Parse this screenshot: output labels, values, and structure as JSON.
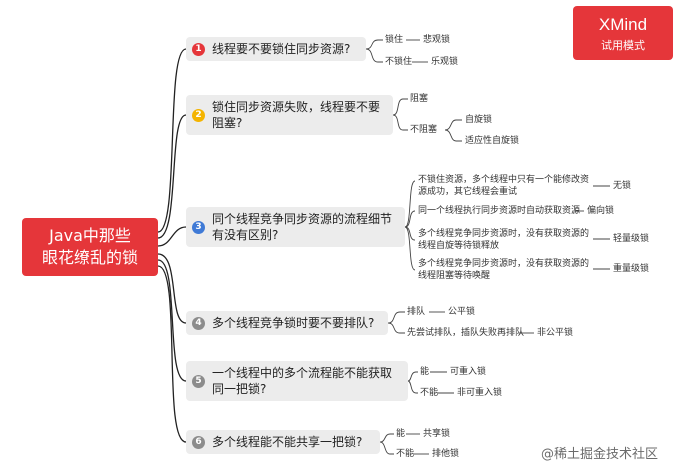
{
  "watermark_box": {
    "name": "XMind",
    "subtitle": "试用模式"
  },
  "watermark": "@稀土掘金技术社区",
  "root": {
    "line1": "Java中那些",
    "line2": "眼花缭乱的锁"
  },
  "colors": {
    "root": "#e5363a",
    "branch_bg": "#ececec",
    "line": "#222222",
    "badges": [
      "#e5363a",
      "#f4b400",
      "#3f7ad6",
      "#8c8c8c",
      "#8c8c8c",
      "#8c8c8c"
    ]
  },
  "branches": [
    {
      "num": "1",
      "text": "线程要不要锁住同步资源?",
      "l1": "锁住",
      "l2": "悲观锁",
      "l3": "不锁住",
      "l4": "乐观锁"
    },
    {
      "num": "2",
      "text": "锁住同步资源失败，线程要不要阻塞?",
      "l1": "阻塞",
      "l2": "不阻塞",
      "l3": "自旋锁",
      "l4": "适应性自旋锁"
    },
    {
      "num": "3",
      "text": "同个线程竞争同步资源的流程细节有没有区别?",
      "l1": "不锁住资源，多个线程中只有一个能修改资源成功，其它线程会重试",
      "l2": "无锁",
      "l3": "同一个线程执行同步资源时自动获取资源",
      "l4": "偏向锁",
      "l5": "多个线程竞争同步资源时，没有获取资源的线程自旋等待锁释放",
      "l6": "轻量级锁",
      "l7": "多个线程竞争同步资源时，没有获取资源的线程阻塞等待唤醒",
      "l8": "重量级锁"
    },
    {
      "num": "4",
      "text": "多个线程竞争锁时要不要排队?",
      "l1": "排队",
      "l2": "公平锁",
      "l3": "先尝试排队，插队失败再排队",
      "l4": "非公平锁"
    },
    {
      "num": "5",
      "text": "一个线程中的多个流程能不能获取同一把锁?",
      "l1": "能",
      "l2": "可重入锁",
      "l3": "不能",
      "l4": "非可重入锁"
    },
    {
      "num": "6",
      "text": "多个线程能不能共享一把锁?",
      "l1": "能",
      "l2": "共享锁",
      "l3": "不能",
      "l4": "排他锁"
    }
  ]
}
